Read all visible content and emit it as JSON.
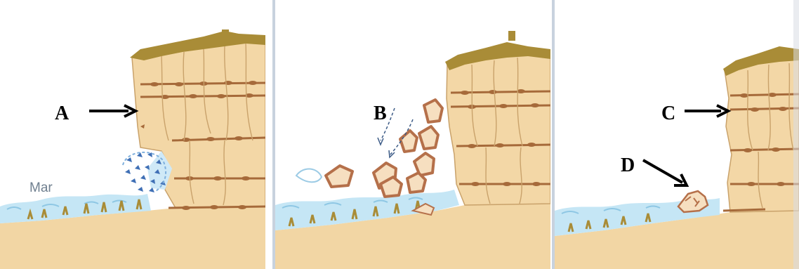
{
  "labels": {
    "a": "A",
    "b": "B",
    "c": "C",
    "d": "D",
    "sea": "Mar"
  },
  "colors": {
    "cliff_fill": "#f3d7a6",
    "cliff_line": "#b88a55",
    "bedding_line": "#a66a3a",
    "vegetation": "#a98c37",
    "sea": "#bfe3f3",
    "ground": "#f2d6a4",
    "splash": "#3f6fb5",
    "divider": "#c8d2de"
  }
}
